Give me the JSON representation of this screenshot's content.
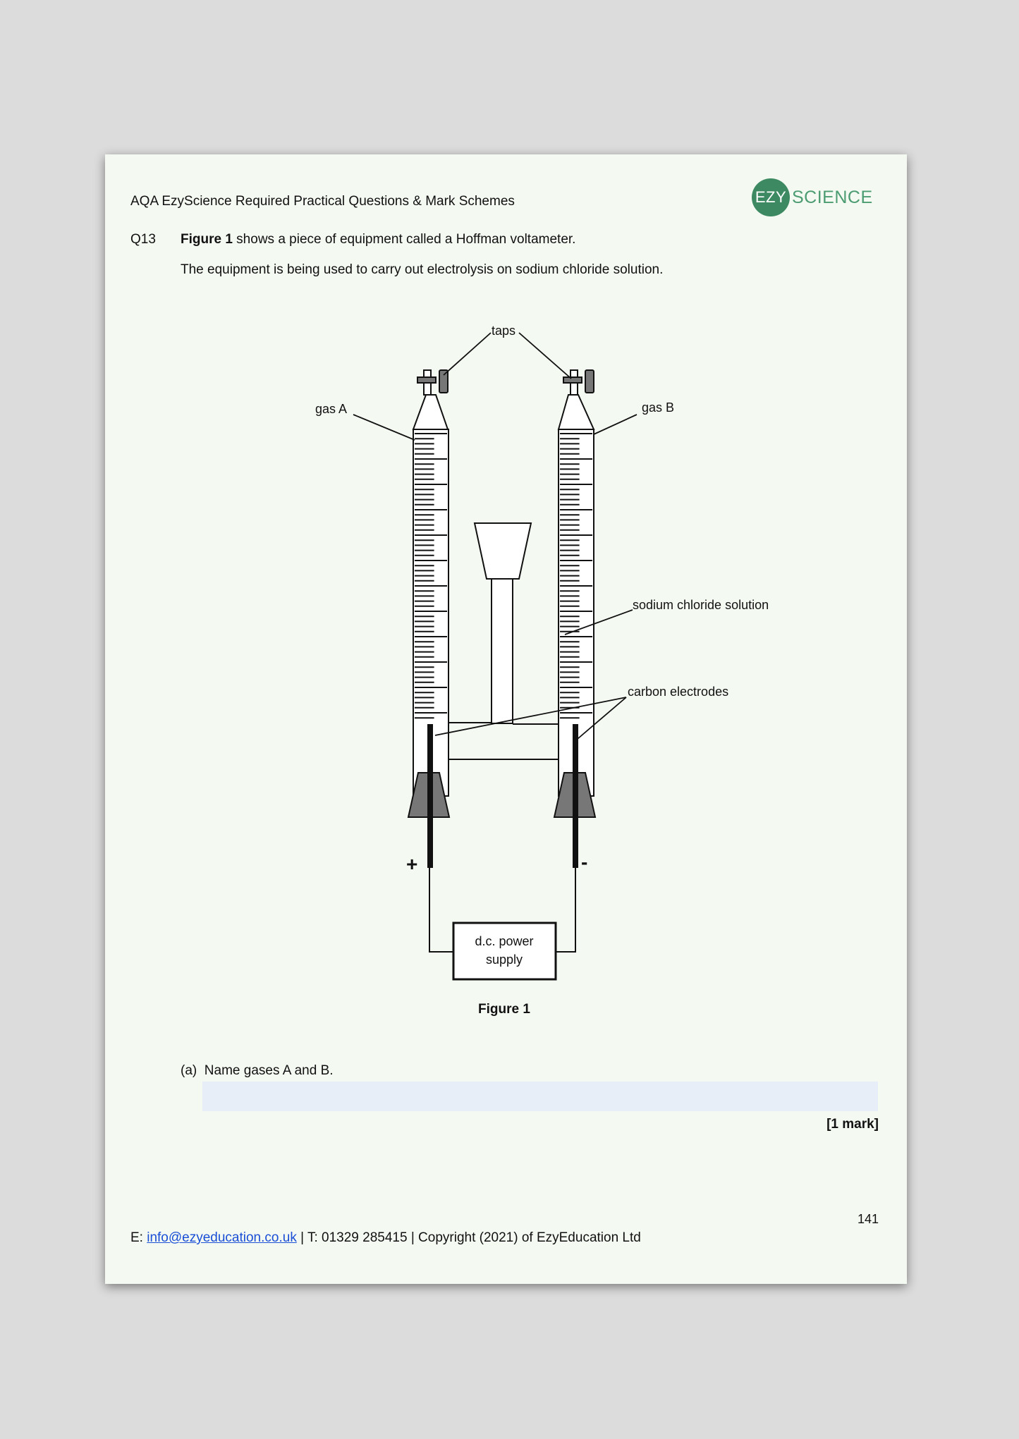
{
  "header": {
    "title": "AQA EzyScience Required Practical Questions & Mark Schemes",
    "logo_mark": "EZY",
    "logo_word": "SCIENCE"
  },
  "question": {
    "number": "Q13",
    "figure_ref": "Figure 1",
    "line1_rest": " shows a piece of equipment called a Hoffman voltameter.",
    "line2": "The equipment is being used to carry out electrolysis on sodium chloride solution."
  },
  "figure": {
    "labels": {
      "taps": "taps",
      "gas_a": "gas A",
      "gas_b": "gas B",
      "solution": "sodium chloride solution",
      "electrodes": "carbon electrodes",
      "plus": "+",
      "minus": "-",
      "power_line1": "d.c. power",
      "power_line2": "supply"
    },
    "caption": "Figure 1"
  },
  "part_a": {
    "label": "(a)",
    "text": "Name gases A and B.",
    "answer_value": "",
    "marks": "[1 mark]"
  },
  "footer": {
    "email_prefix": "E: ",
    "email": "info@ezyeducation.co.uk",
    "rest": " | T: 01329 285415 | Copyright (2021) of EzyEducation Ltd",
    "page_number": "141"
  }
}
